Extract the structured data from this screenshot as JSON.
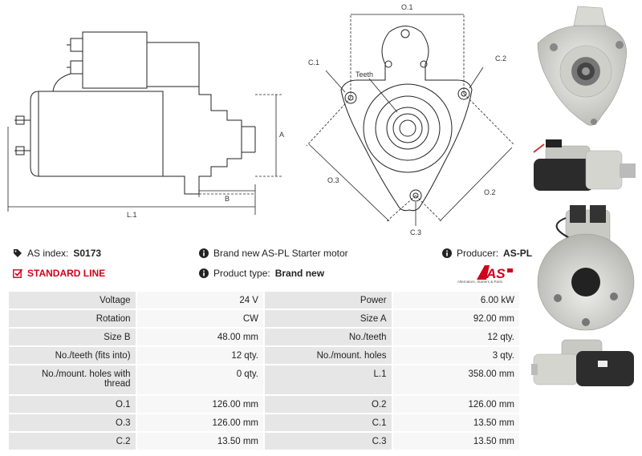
{
  "drawing": {
    "labels": {
      "A": "A",
      "B": "B",
      "L1": "L.1",
      "O1": "O.1",
      "O2": "O.2",
      "O3": "O.3",
      "C1": "C.1",
      "C2": "C.2",
      "C3": "C.3",
      "teeth": "Teeth"
    }
  },
  "info": {
    "as_index_label": "AS index:",
    "as_index_value": "S0173",
    "standard_line": "STANDARD LINE",
    "description": "Brand new AS-PL Starter motor",
    "product_type_label": "Product type:",
    "product_type_value": "Brand new",
    "producer_label": "Producer:",
    "producer_value": "AS-PL"
  },
  "logo": {
    "text": "AS",
    "subtitle": "Alternators, Starters & Parts",
    "color": "#d0021b"
  },
  "specs": [
    {
      "l1": "Voltage",
      "v1": "24 V",
      "l2": "Power",
      "v2": "6.00 kW"
    },
    {
      "l1": "Rotation",
      "v1": "CW",
      "l2": "Size A",
      "v2": "92.00 mm"
    },
    {
      "l1": "Size B",
      "v1": "48.00 mm",
      "l2": "No./teeth",
      "v2": "12 qty."
    },
    {
      "l1": "No./teeth (fits into)",
      "v1": "12 qty.",
      "l2": "No./mount. holes",
      "v2": "3 qty."
    },
    {
      "l1": "No./mount. holes with thread",
      "v1": "0 qty.",
      "l2": "L.1",
      "v2": "358.00 mm"
    },
    {
      "l1": "O.1",
      "v1": "126.00 mm",
      "l2": "O.2",
      "v2": "126.00 mm"
    },
    {
      "l1": "O.3",
      "v1": "126.00 mm",
      "l2": "C.1",
      "v2": "13.50 mm"
    },
    {
      "l1": "C.2",
      "v1": "13.50 mm",
      "l2": "C.3",
      "v2": "13.50 mm"
    }
  ],
  "icons": {
    "tag": "tag-icon",
    "check": "checkbox-icon",
    "info": "info-icon"
  }
}
